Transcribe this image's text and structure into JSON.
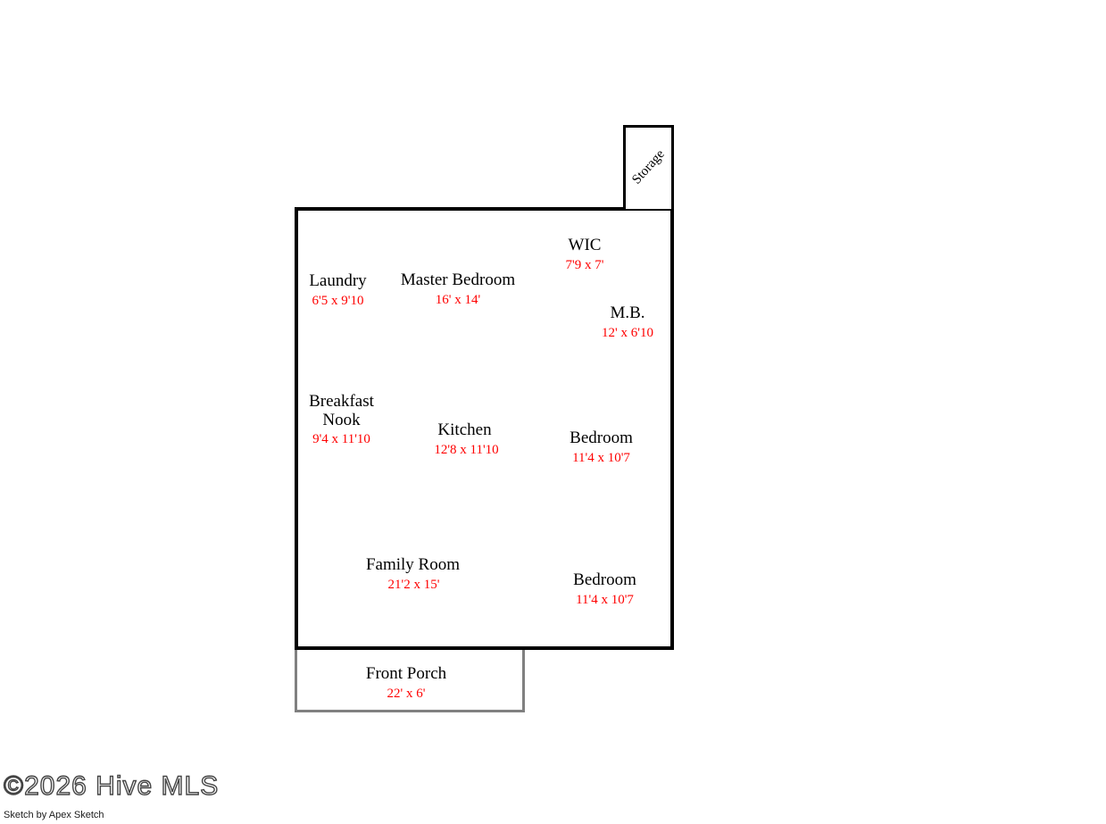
{
  "document": {
    "type": "floor-plan-sketch",
    "background_color": "#ffffff",
    "room_name_color": "#000000",
    "dimension_color": "#ff0000",
    "wall_color": "#000000",
    "porch_wall_color": "#808080"
  },
  "rooms": [
    {
      "id": "storage",
      "name": "Storage",
      "dimensions": "",
      "orientation": "rotated"
    },
    {
      "id": "laundry",
      "name_lines": [
        "Laundry"
      ],
      "name": "Laundry",
      "dimensions": "6'5 x 9'10"
    },
    {
      "id": "master-bedroom",
      "name_lines": [
        "Master Bedroom"
      ],
      "name": "Master Bedroom",
      "dimensions": "16' x 14'"
    },
    {
      "id": "wic",
      "name_lines": [
        "WIC"
      ],
      "name": "WIC",
      "dimensions": "7'9 x 7'"
    },
    {
      "id": "mb",
      "name_lines": [
        "M.B."
      ],
      "name": "M.B.",
      "dimensions": "12' x 6'10"
    },
    {
      "id": "breakfast-nook",
      "name_lines": [
        "Breakfast",
        "Nook"
      ],
      "name": "Breakfast Nook",
      "dimensions": "9'4 x 11'10"
    },
    {
      "id": "kitchen",
      "name_lines": [
        "Kitchen"
      ],
      "name": "Kitchen",
      "dimensions": "12'8 x 11'10"
    },
    {
      "id": "bedroom-mid",
      "name_lines": [
        "Bedroom"
      ],
      "name": "Bedroom",
      "dimensions": "11'4 x 10'7"
    },
    {
      "id": "family-room",
      "name_lines": [
        "Family Room"
      ],
      "name": "Family Room",
      "dimensions": "21'2 x 15'"
    },
    {
      "id": "bedroom-lower",
      "name_lines": [
        "Bedroom"
      ],
      "name": "Bedroom",
      "dimensions": "11'4 x 10'7"
    },
    {
      "id": "front-porch",
      "name_lines": [
        "Front Porch"
      ],
      "name": "Front Porch",
      "dimensions": "22' x 6'"
    }
  ],
  "labels": {
    "laundry_name": "Laundry",
    "laundry_dims": "6'5 x 9'10",
    "master_bedroom_name": "Master Bedroom",
    "master_bedroom_dims": "16' x 14'",
    "wic_name": "WIC",
    "wic_dims": "7'9 x 7'",
    "mb_name": "M.B.",
    "mb_dims": "12' x 6'10",
    "breakfast_nook_name_line1": "Breakfast",
    "breakfast_nook_name_line2": "Nook",
    "breakfast_nook_dims": "9'4 x 11'10",
    "kitchen_name": "Kitchen",
    "kitchen_dims": "12'8 x 11'10",
    "bedroom_mid_name": "Bedroom",
    "bedroom_mid_dims": "11'4 x 10'7",
    "family_room_name": "Family Room",
    "family_room_dims": "21'2 x 15'",
    "bedroom_lower_name": "Bedroom",
    "bedroom_lower_dims": "11'4 x 10'7",
    "front_porch_name": "Front Porch",
    "front_porch_dims": "22' x 6'",
    "storage_name": "Storage"
  },
  "footer": {
    "watermark": "©2026 Hive MLS",
    "credit": "Sketch by Apex Sketch"
  }
}
